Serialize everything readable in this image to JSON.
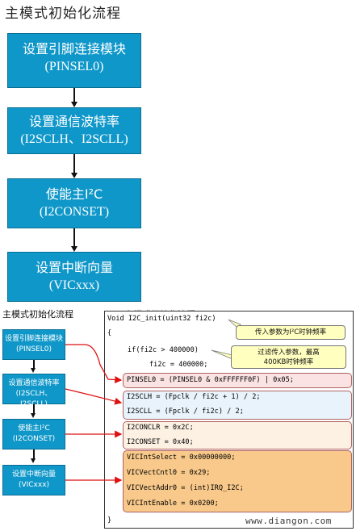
{
  "title": "主模式初始化流程",
  "big_steps": [
    {
      "line1": "设置引脚连接模块",
      "line2": "(PINSEL0)"
    },
    {
      "line1": "设置通信波特率",
      "line2": "(I2SCLH、I2SCLL)"
    },
    {
      "line1": "使能主I²C",
      "line2": "(I2CONSET)"
    },
    {
      "line1": "设置中断向量",
      "line2": "(VICxxx)"
    }
  ],
  "subtitle": "主模式初始化流程",
  "subtitle_faded": "主模式初始化流程",
  "small_steps": [
    {
      "line1": "设置引脚连接模块",
      "line2": "(PINSEL0)"
    },
    {
      "line1": "设置通信波特率",
      "line2": "(I2SCLH、I2SCLL)"
    },
    {
      "line1": "使能主I²C",
      "line2": "(I2CONSET)"
    },
    {
      "line1": "设置中断向量",
      "line2": "(VICxxx)"
    }
  ],
  "code": {
    "signature": "Void I2C_init(uint32 fi2c)",
    "open_brace": "{",
    "if_line": "if(fi2c > 400000)",
    "assign_line": "fi2c = 400000;",
    "pinsel": "PINSEL0 = (PINSEL0 & 0xFFFFFF0F) | 0x05;",
    "sclh": "I2SCLH = (Fpclk / fi2c + 1) / 2;",
    "scll": "I2SCLL = (Fpclk / fi2c) / 2;",
    "conclr": "I2CONCLR = 0x2C;",
    "conset": "I2CONSET = 0x40;",
    "vic_select": "VICIntSelect = 0x00000000;",
    "vic_cntl": "VICVectCntl0 = 0x29;",
    "vic_addr": "VICVectAddr0 = (int)IRQ_I2C;",
    "vic_enable": "VICIntEnable = 0x0200;",
    "close_brace": "}"
  },
  "callout1": "传入参数为I²C时钟频率",
  "callout2_line1": "过滤传入参数，最高",
  "callout2_line2": "400KB时钟频率",
  "watermark": "www.diangon.com",
  "colors": {
    "box_fill": "#0f97c9",
    "arrow_red": "#dd1111",
    "group1": "#fbe3e3",
    "group2": "#e8f3fb",
    "group3": "#fdf1e4",
    "group4": "#f8c98a",
    "callout": "#ffffc0"
  }
}
